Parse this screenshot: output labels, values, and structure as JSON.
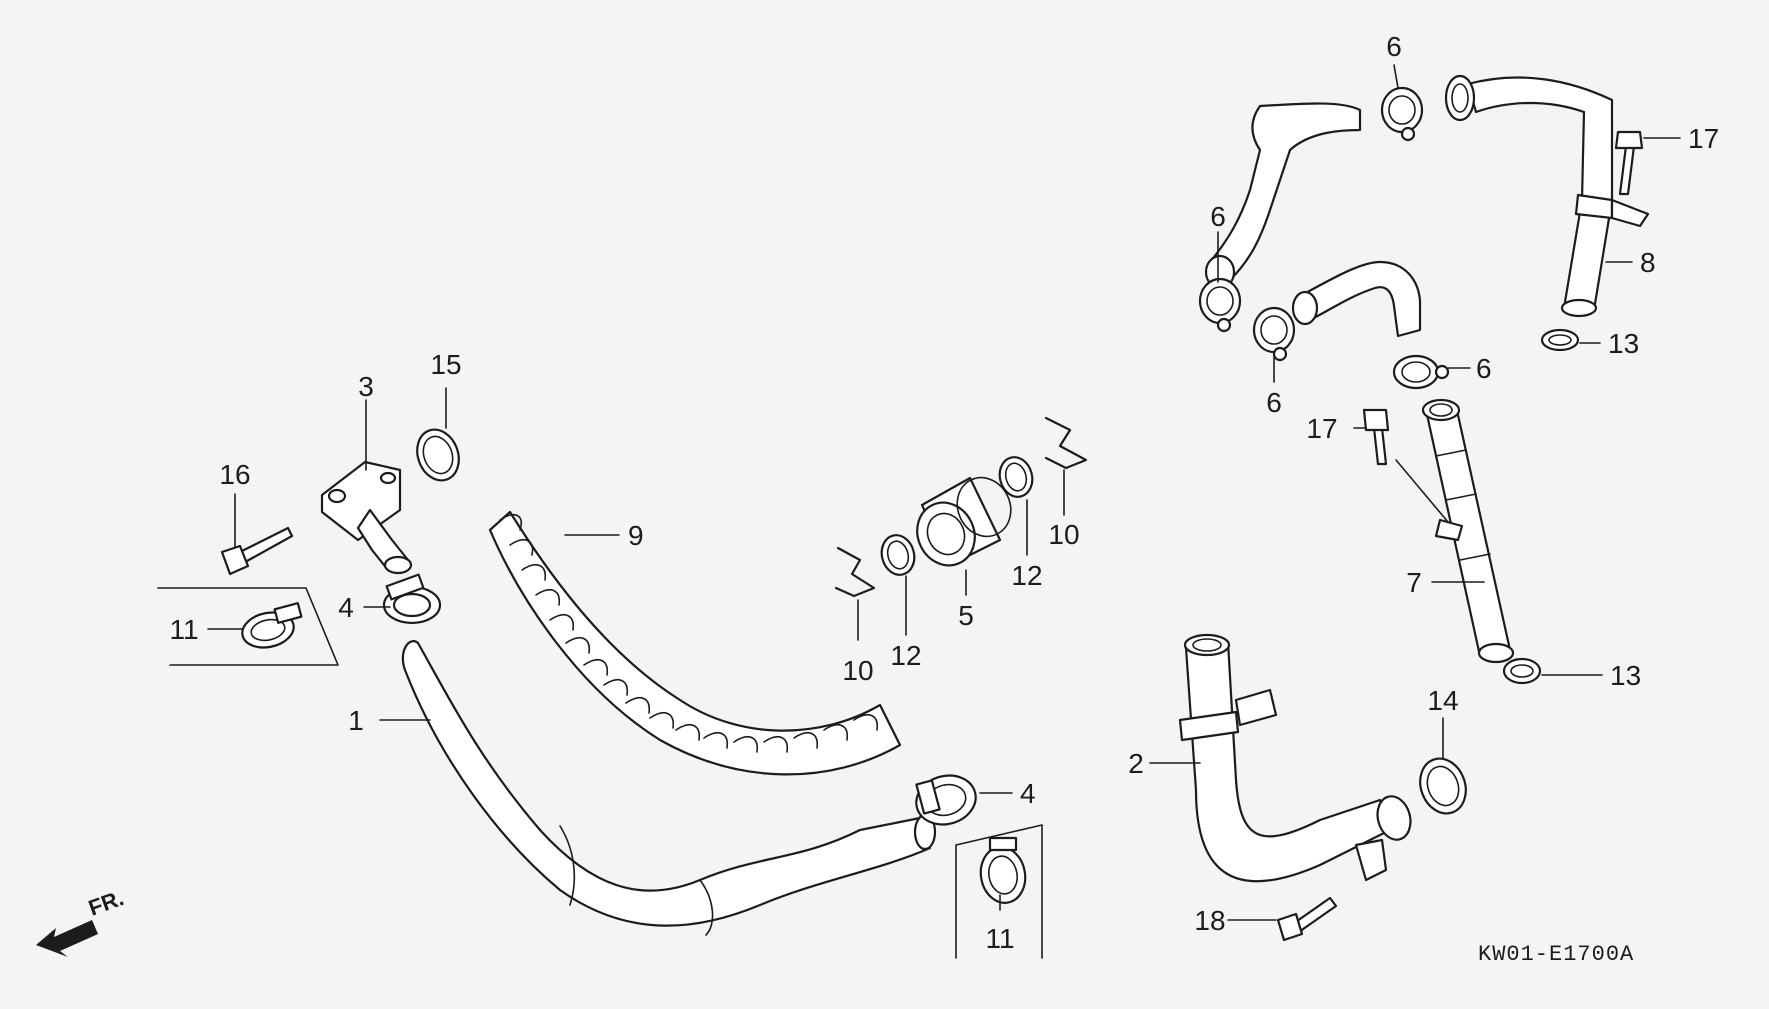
{
  "diagram": {
    "code": "KW01-E1700A",
    "front_marker": "FR."
  },
  "callouts": {
    "c1": "1",
    "c2": "2",
    "c3": "3",
    "c4a": "4",
    "c4b": "4",
    "c5": "5",
    "c6a": "6",
    "c6b": "6",
    "c6c": "6",
    "c6d": "6",
    "c7": "7",
    "c8": "8",
    "c9": "9",
    "c10a": "10",
    "c10b": "10",
    "c11a": "11",
    "c11b": "11",
    "c12a": "12",
    "c12b": "12",
    "c13a": "13",
    "c13b": "13",
    "c14": "14",
    "c15": "15",
    "c16": "16",
    "c17a": "17",
    "c17b": "17",
    "c18": "18"
  }
}
